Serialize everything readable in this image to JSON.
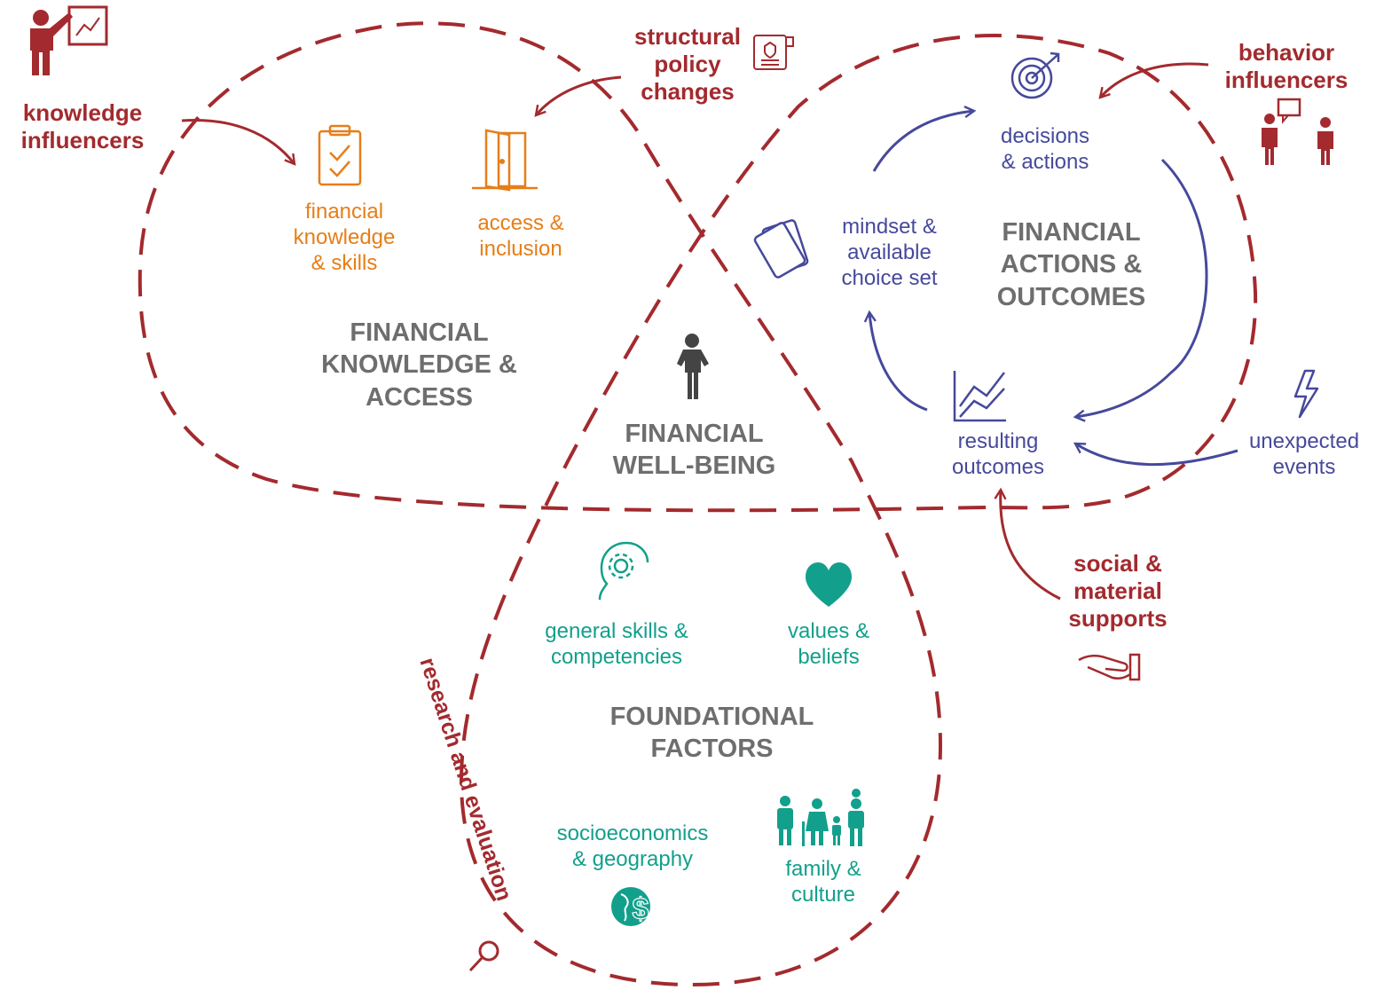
{
  "colors": {
    "red": "#A32A2E",
    "orange": "#E67E18",
    "blue": "#46499B",
    "teal": "#12A08C",
    "gray": "#6E6E6E",
    "dark": "#444444"
  },
  "domains": {
    "knowledge": "FINANCIAL\nKNOWLEDGE &\nACCESS",
    "actions": "FINANCIAL\nACTIONS &\nOUTCOMES",
    "foundational": "FOUNDATIONAL\nFACTORS",
    "wellbeing": "FINANCIAL\nWELL-BEING"
  },
  "knowledge_items": {
    "financial_knowledge": "financial\nknowledge\n& skills",
    "access": "access &\ninclusion"
  },
  "action_items": {
    "decisions": "decisions\n& actions",
    "mindset": "mindset &\navailable\nchoice set",
    "outcomes": "resulting\noutcomes",
    "unexpected": "unexpected\nevents"
  },
  "foundational_items": {
    "general_skills": "general skills &\ncompetencies",
    "values": "values &\nbeliefs",
    "socioeconomics": "socioeconomics\n& geography",
    "family": "family &\nculture"
  },
  "influencers": {
    "knowledge": "knowledge\ninfluencers",
    "structural": "structural\npolicy\nchanges",
    "behavior": "behavior\ninfluencers",
    "social": "social &\nmaterial\nsupports",
    "research": "research and evaluation"
  },
  "icons": [
    "teacher-presenting-icon",
    "policy-document-icon",
    "clipboard-checklist-icon",
    "open-door-icon",
    "target-arrow-icon",
    "people-talking-icon",
    "cards-icon",
    "growth-chart-icon",
    "lightning-icon",
    "head-gear-icon",
    "heart-icon",
    "family-icon",
    "globe-dollar-icon",
    "hand-support-icon",
    "magnifier-icon",
    "person-icon"
  ]
}
